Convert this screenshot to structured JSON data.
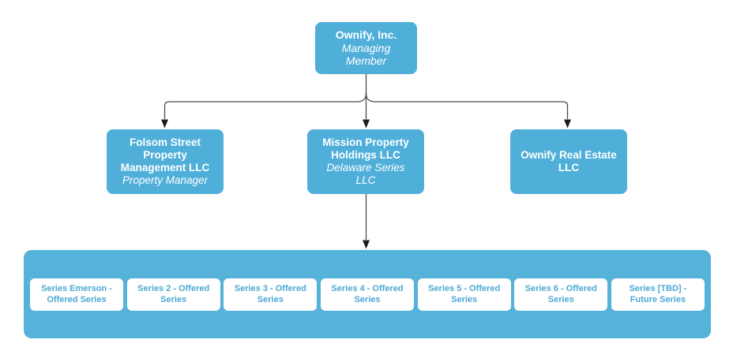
{
  "diagram": {
    "root": {
      "title": "Ownify, Inc.",
      "subtitle": "Managing Member"
    },
    "children": [
      {
        "title": "Folsom Street Property Management LLC",
        "subtitle": "Property Manager"
      },
      {
        "title": "Mission Property Holdings LLC",
        "subtitle": "Delaware Series LLC"
      },
      {
        "title": "Ownify Real Estate LLC",
        "subtitle": ""
      }
    ],
    "series": [
      "Series Emerson - Offered Series",
      "Series 2 - Offered Series",
      "Series 3 - Offered Series",
      "Series 4 - Offered Series",
      "Series 5 - Offered Series",
      "Series 6 - Offered Series",
      "Series [TBD] - Future Series"
    ]
  },
  "colors": {
    "node_fill": "#4fafd9",
    "container_fill": "#55b3da",
    "series_box_fill": "#ffffff",
    "series_text": "#4aa8d5",
    "node_text": "#ffffff",
    "connector_line": "#4d4d4d",
    "arrow_head": "#1c1c1c"
  }
}
